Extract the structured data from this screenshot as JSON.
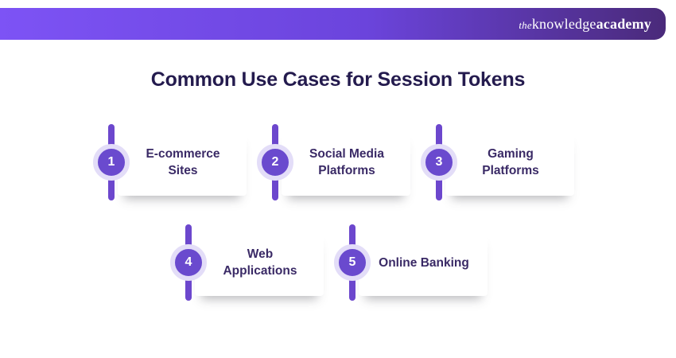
{
  "brand": {
    "logo_the": "the",
    "logo_knowledge": "knowledge",
    "logo_academy": "academy"
  },
  "title": "Common Use Cases for Session Tokens",
  "items": [
    {
      "number": "1",
      "label": [
        "E-commerce",
        "Sites"
      ]
    },
    {
      "number": "2",
      "label": [
        "Social Media",
        "Platforms"
      ]
    },
    {
      "number": "3",
      "label": [
        "Gaming",
        "Platforms"
      ]
    },
    {
      "number": "4",
      "label": [
        "Web",
        "Applications"
      ]
    },
    {
      "number": "5",
      "label": [
        "Online Banking"
      ]
    }
  ],
  "colors": {
    "header_gradient_start": "#7d53f5",
    "header_gradient_end": "#4a2a7a",
    "badge_fill": "#6a4ace",
    "badge_ring": "#e3ddf8",
    "connector_bar": "#6c47cd",
    "title_text": "#241b4e",
    "label_text": "#3a2a66",
    "logo_text": "#ffffff"
  }
}
